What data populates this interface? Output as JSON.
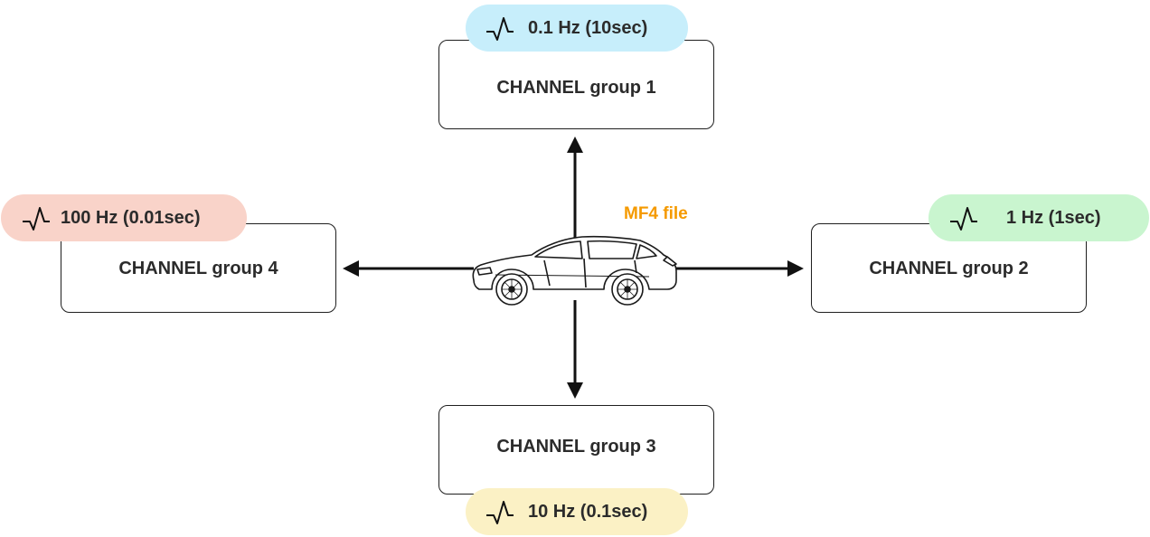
{
  "center": {
    "label": "MF4 file",
    "color": "#f59a00",
    "icon": "car-icon"
  },
  "groups": [
    {
      "name": "CHANNEL group 1",
      "rate": "0.1 Hz (10sec)",
      "color": "#c7eefb",
      "icon": "waveform-icon"
    },
    {
      "name": "CHANNEL group 2",
      "rate": "1 Hz (1sec)",
      "color": "#c9f5cf",
      "icon": "waveform-icon"
    },
    {
      "name": "CHANNEL group 3",
      "rate": "10 Hz (0.1sec)",
      "color": "#fbf1c5",
      "icon": "waveform-icon"
    },
    {
      "name": "CHANNEL group 4",
      "rate": "100 Hz (0.01sec)",
      "color": "#f9d3c9",
      "icon": "waveform-icon"
    }
  ]
}
